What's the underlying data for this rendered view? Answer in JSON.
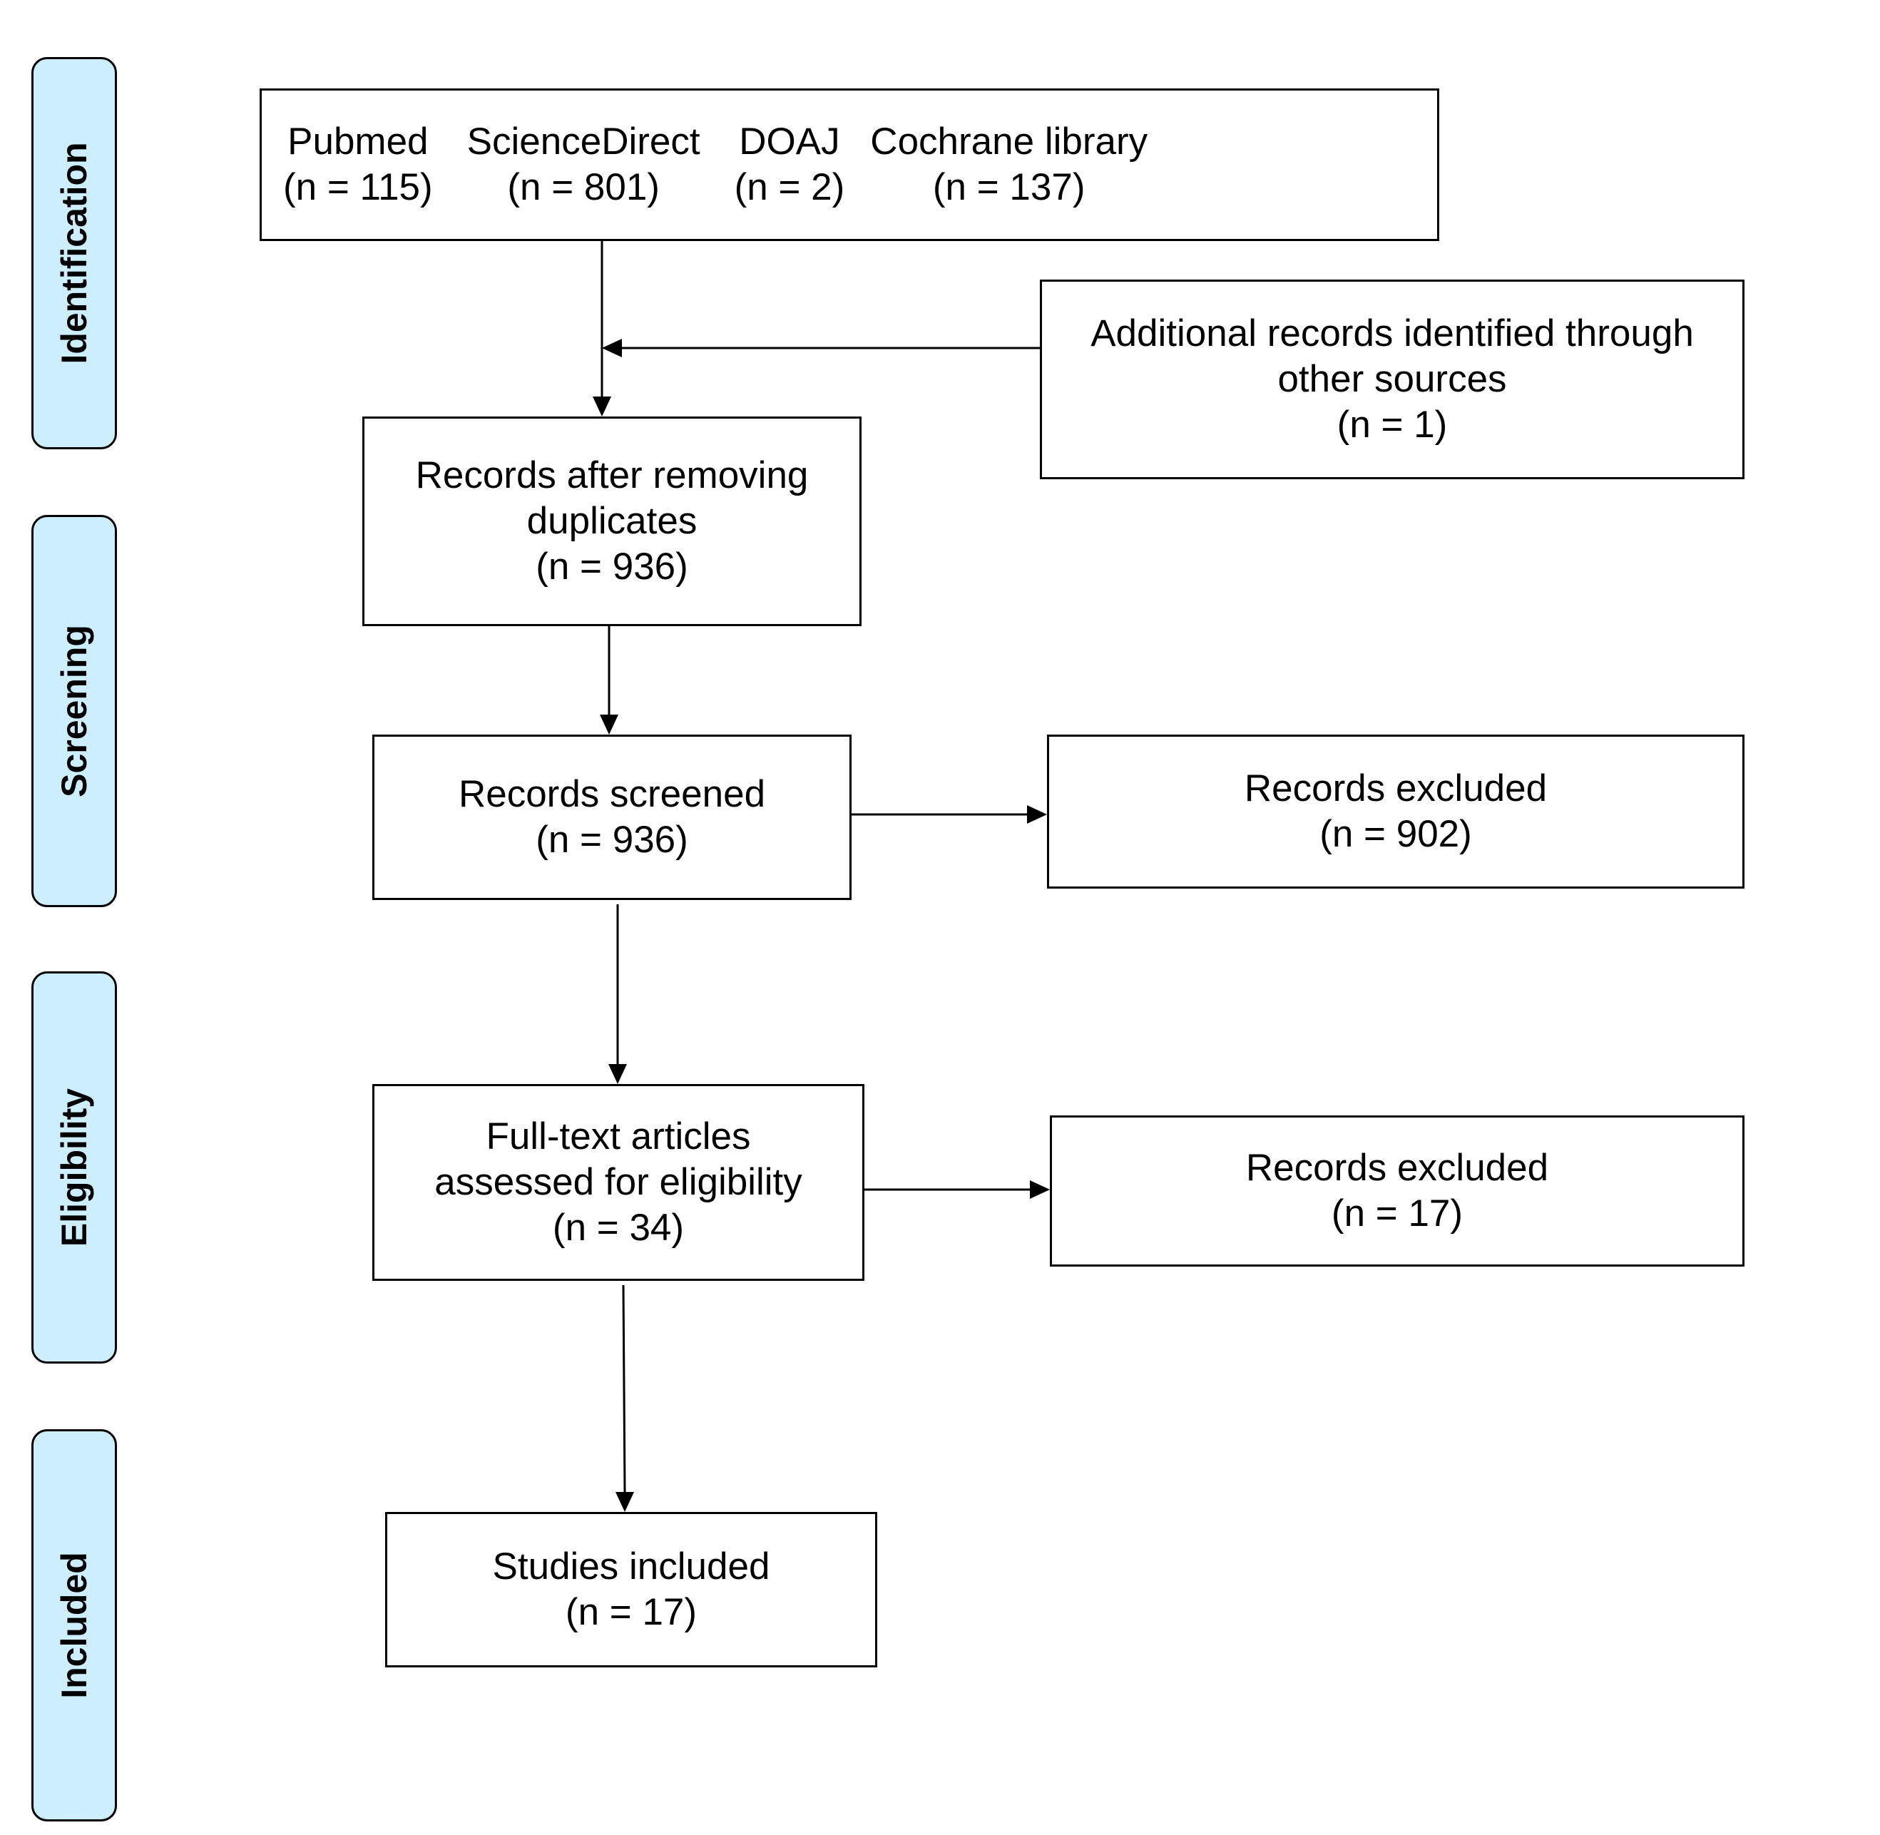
{
  "stages": {
    "identification": "Identification",
    "screening": "Screening",
    "eligibility": "Eligibility",
    "included": "Included"
  },
  "sources": [
    {
      "name": "Pubmed",
      "count": "(n = 115)"
    },
    {
      "name": "ScienceDirect",
      "count": "(n = 801)"
    },
    {
      "name": "DOAJ",
      "count": "(n = 2)"
    },
    {
      "name": "Cochrane library",
      "count": "(n = 137)"
    }
  ],
  "additional": {
    "line1": "Additional records identified through",
    "line2": "other sources",
    "count": "(n = 1)"
  },
  "after_duplicates": {
    "line1": "Records after removing",
    "line2": "duplicates",
    "count": "(n = 936)"
  },
  "screened": {
    "line1": "Records screened",
    "count": "(n = 936)"
  },
  "excluded_screening": {
    "line1": "Records excluded",
    "count": "(n = 902)"
  },
  "fulltext": {
    "line1": "Full-text articles",
    "line2": "assessed for eligibility",
    "count": "(n = 34)"
  },
  "excluded_fulltext": {
    "line1": "Records excluded",
    "count": "(n = 17)"
  },
  "included": {
    "line1": "Studies included",
    "count": "(n = 17)"
  }
}
